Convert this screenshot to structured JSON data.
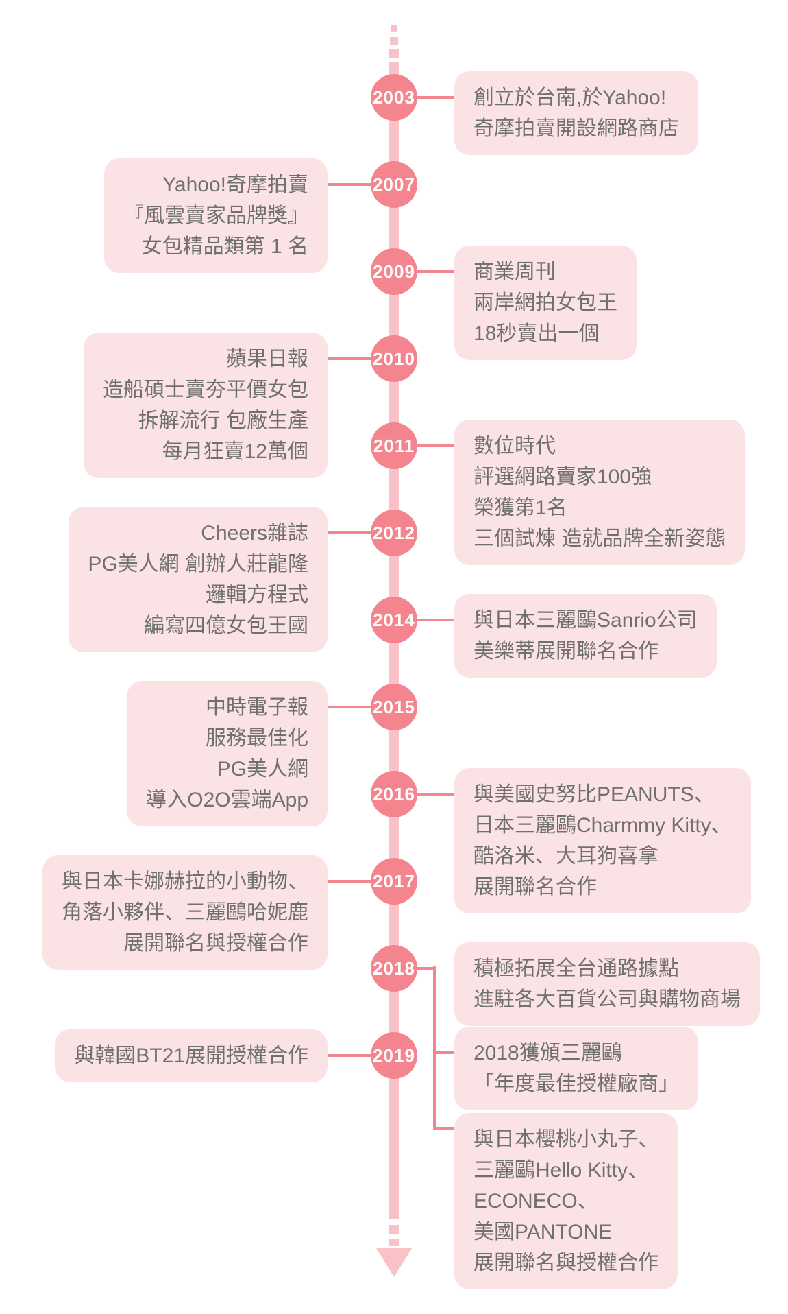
{
  "colors": {
    "node_circle": "#F4858F",
    "spine": "#F8C2C6",
    "box_background": "#FBE3E5",
    "box_text": "#707070",
    "year_text": "#FFFFFF"
  },
  "events": [
    {
      "year": "2003",
      "side": "right",
      "lines": [
        "創立於台南,於Yahoo!",
        "奇摩拍賣開設網路商店"
      ]
    },
    {
      "year": "2007",
      "side": "left",
      "lines": [
        "Yahoo!奇摩拍賣",
        "『風雲賣家品牌獎』",
        "女包精品類第 1 名"
      ]
    },
    {
      "year": "2009",
      "side": "right",
      "lines": [
        "商業周刊",
        "兩岸網拍女包王",
        "18秒賣出一個"
      ]
    },
    {
      "year": "2010",
      "side": "left",
      "lines": [
        "蘋果日報",
        "造船碩士賣夯平價女包",
        "拆解流行 包廠生產",
        "每月狂賣12萬個"
      ]
    },
    {
      "year": "2011",
      "side": "right",
      "lines": [
        "數位時代",
        "評選網路賣家100強",
        "榮獲第1名",
        "三個試煉 造就品牌全新姿態"
      ]
    },
    {
      "year": "2012",
      "side": "left",
      "lines": [
        "Cheers雜誌",
        "PG美人網 創辦人莊龍隆",
        "邏輯方程式",
        "編寫四億女包王國"
      ]
    },
    {
      "year": "2014",
      "side": "right",
      "lines": [
        "與日本三麗鷗Sanrio公司",
        "美樂蒂展開聯名合作"
      ]
    },
    {
      "year": "2015",
      "side": "left",
      "lines": [
        "中時電子報",
        "服務最佳化",
        "PG美人網",
        "導入O2O雲端App"
      ]
    },
    {
      "year": "2016",
      "side": "right",
      "lines": [
        "與美國史努比PEANUTS、",
        "日本三麗鷗Charmmy Kitty、",
        "酷洛米、大耳狗喜拿",
        "展開聯名合作"
      ]
    },
    {
      "year": "2017",
      "side": "left",
      "lines": [
        "與日本卡娜赫拉的小動物、",
        "角落小夥伴、三麗鷗哈妮鹿",
        "展開聯名與授權合作"
      ]
    },
    {
      "year": "2018",
      "side": "right",
      "lines": [
        "積極拓展全台通路據點",
        "進駐各大百貨公司與購物商場"
      ]
    },
    {
      "year": "2019",
      "side": "left",
      "lines": [
        "與韓國BT21展開授權合作"
      ]
    }
  ],
  "extra_2019_boxes": [
    {
      "lines": [
        "2018獲頒三麗鷗",
        "「年度最佳授權廠商」"
      ]
    },
    {
      "lines": [
        "與日本櫻桃小丸子、",
        "三麗鷗Hello Kitty、",
        "ECONECO、",
        "美國PANTONE",
        "展開聯名與授權合作"
      ]
    }
  ]
}
